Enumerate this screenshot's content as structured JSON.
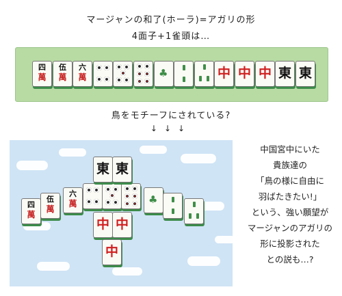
{
  "header": {
    "line1": "マージャンの和了(ホーラ)=アガリの形",
    "line2": "4面子+1雀頭は…"
  },
  "hand": [
    {
      "kind": "man",
      "num": "四",
      "suit": "萬"
    },
    {
      "kind": "man",
      "num": "伍",
      "suit": "萬"
    },
    {
      "kind": "man",
      "num": "六",
      "suit": "萬"
    },
    {
      "kind": "pin",
      "value": 4
    },
    {
      "kind": "pin",
      "value": 5
    },
    {
      "kind": "pin",
      "value": 6
    },
    {
      "kind": "sou",
      "value": 1
    },
    {
      "kind": "sou",
      "value": 2
    },
    {
      "kind": "sou",
      "value": 3
    },
    {
      "kind": "honor",
      "glyph": "中",
      "color": "red"
    },
    {
      "kind": "honor",
      "glyph": "中",
      "color": "red"
    },
    {
      "kind": "honor",
      "glyph": "中",
      "color": "red"
    },
    {
      "kind": "honor",
      "glyph": "東",
      "color": "black"
    },
    {
      "kind": "honor",
      "glyph": "東",
      "color": "black"
    }
  ],
  "middle": {
    "question": "鳥をモチーフにされている?",
    "arrows": "↓↓↓"
  },
  "side_text": [
    "中国宮中にいた",
    "貴族達の",
    "「鳥の様に自由に",
    "羽ばたきたい!」",
    "という、強い願望が",
    "マージャンのアガリの",
    "形に投影された",
    "との説も…?"
  ],
  "colors": {
    "strip": "#b7dba3",
    "sky": "#cfe4f5",
    "tile_back": "#3c8b4a",
    "red": "#c62020",
    "green": "#3e8e48"
  }
}
